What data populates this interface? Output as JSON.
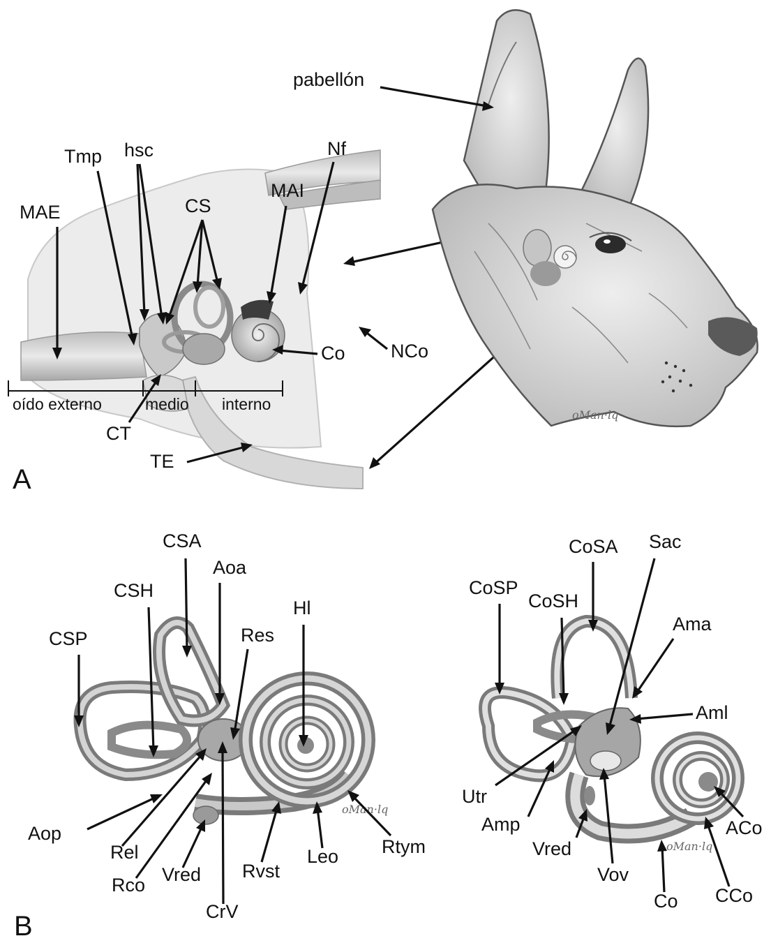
{
  "panels": {
    "a": "A",
    "b": "B"
  },
  "ear_section": {
    "labels": {
      "mae": "MAE",
      "tmp": "Tmp",
      "hsc": "hsc",
      "cs": "CS",
      "mai": "MAI",
      "nf": "Nf",
      "co": "Co",
      "nco": "NCo",
      "ct": "CT",
      "te": "TE"
    },
    "regions": {
      "externo": "oído externo",
      "medio": "medio",
      "interno": "interno"
    }
  },
  "head": {
    "pabellon": "pabellón"
  },
  "labyrinth_left": {
    "csp": "CSP",
    "csh": "CSH",
    "csa": "CSA",
    "aoa": "Aoa",
    "res": "Res",
    "hl": "Hl",
    "aop": "Aop",
    "rel": "Rel",
    "rco": "Rco",
    "vred": "Vred",
    "crv": "CrV",
    "rvst": "Rvst",
    "leo": "Leo",
    "rtym": "Rtym"
  },
  "labyrinth_right": {
    "cosp": "CoSP",
    "cosh": "CoSH",
    "cosa": "CoSA",
    "sac": "Sac",
    "ama": "Ama",
    "aml": "Aml",
    "utr": "Utr",
    "amp": "Amp",
    "vred": "Vred",
    "vov": "Vov",
    "co": "Co",
    "cco": "CCo",
    "aco": "ACo"
  },
  "colors": {
    "ink": "#111111",
    "tissue_light": "#d6d6d6",
    "tissue_dark": "#8c8c8c",
    "background": "#ffffff"
  }
}
